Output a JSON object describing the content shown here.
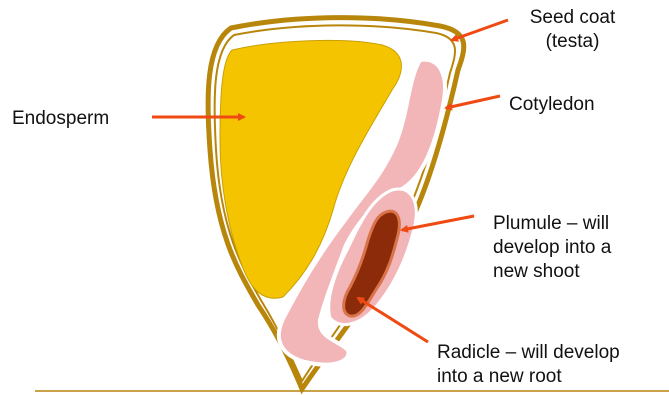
{
  "colors": {
    "seed_coat": "#b8860b",
    "endosperm": "#f5c400",
    "cotyledon": "#f2b6b8",
    "plumule": "#8b2b0a",
    "arrow": "#ee4a12",
    "ground": "#c9a24a"
  },
  "labels": {
    "seed_coat": [
      "Seed coat",
      "(testa)"
    ],
    "cotyledon": "Cotyledon",
    "endosperm": "Endosperm",
    "plumule": [
      "Plumule – will",
      "develop into a",
      "new shoot"
    ],
    "radicle": [
      "Radicle – will develop",
      "into a new root"
    ]
  }
}
